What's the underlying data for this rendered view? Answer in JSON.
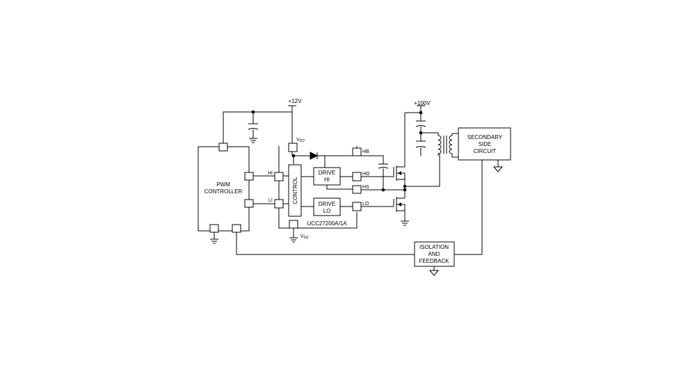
{
  "labels": {
    "vcc12": "+12V",
    "vcc100": "+100V",
    "pwm_line1": "PWM",
    "pwm_line2": "CONTROLLER",
    "control": "CONTROL",
    "drive_hi_1": "DRIVE",
    "drive_hi_2": "HI",
    "drive_lo_1": "DRIVE",
    "drive_lo_2": "LO",
    "ic_name": "UCC27200A/1A",
    "secondary_1": "SECONDARY",
    "secondary_2": "SIDE",
    "secondary_3": "CIRCUIT",
    "isolation_1": "ISOLATION",
    "isolation_2": "AND",
    "isolation_3": "FEEDBACK"
  },
  "pins": {
    "hi": "HI",
    "li": "LI",
    "hb": "HB",
    "ho": "HO",
    "hs": "HS",
    "lo": "LO",
    "vdd_main": "V",
    "vdd_sub": "DD",
    "vss_main": "V",
    "vss_sub": "SS"
  }
}
